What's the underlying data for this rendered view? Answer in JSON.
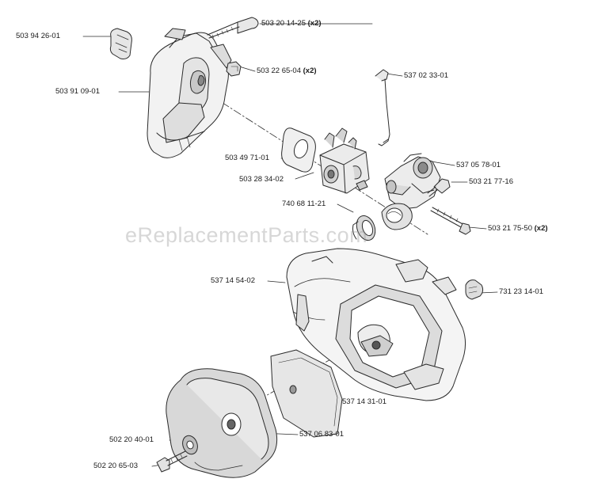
{
  "watermark": "eReplacementParts.com",
  "colors": {
    "line": "#2b2b2b",
    "shade": "#d9d9d9",
    "light": "#eeeeee",
    "watermark": "#969696"
  },
  "parts": {
    "p1": {
      "number": "503 94 26-01",
      "qty": ""
    },
    "p2": {
      "number": "503 91 09-01",
      "qty": ""
    },
    "p3": {
      "number": "503 20 14-25",
      "qty": "(x2)"
    },
    "p4": {
      "number": "503 22 65-04",
      "qty": "(x2)"
    },
    "p5": {
      "number": "537 02 33-01",
      "qty": ""
    },
    "p6": {
      "number": "503 49 71-01",
      "qty": ""
    },
    "p7": {
      "number": "503 28 34-02",
      "qty": ""
    },
    "p8": {
      "number": "537 05 78-01",
      "qty": ""
    },
    "p9": {
      "number": "503 21 77-16",
      "qty": ""
    },
    "p10": {
      "number": "740 68 11-21",
      "qty": ""
    },
    "p11": {
      "number": "503 21 75-50",
      "qty": "(x2)"
    },
    "p12": {
      "number": "537 14 54-02",
      "qty": ""
    },
    "p13": {
      "number": "731 23 14-01",
      "qty": ""
    },
    "p14": {
      "number": "537 14 31-01",
      "qty": ""
    },
    "p15": {
      "number": "537 06 83-01",
      "qty": ""
    },
    "p16": {
      "number": "502 20 40-01",
      "qty": ""
    },
    "p17": {
      "number": "502 20 65-03",
      "qty": ""
    }
  }
}
